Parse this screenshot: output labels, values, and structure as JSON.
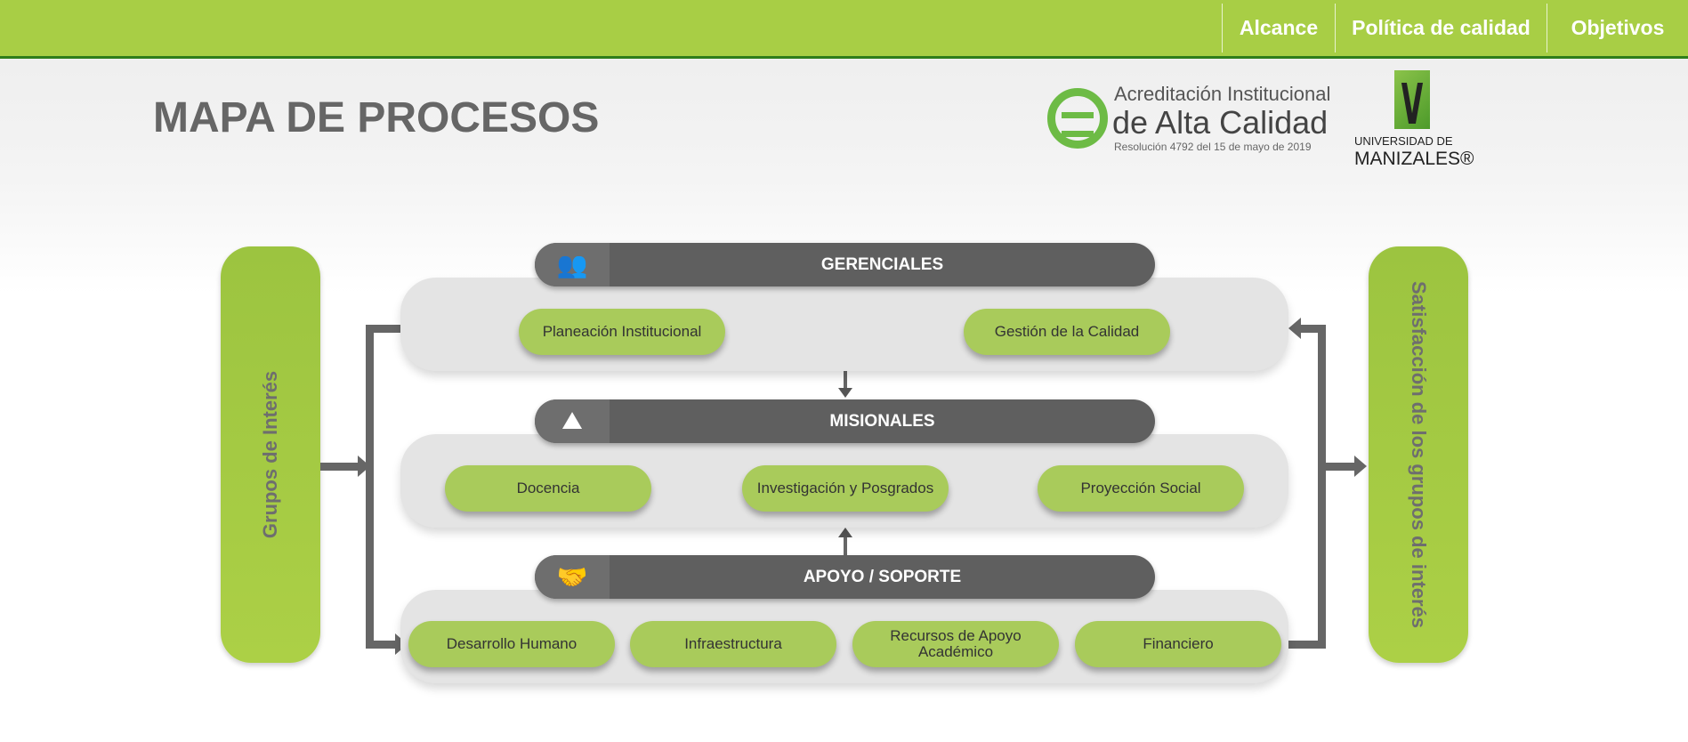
{
  "nav": {
    "items": [
      "Alcance",
      "Política de calidad",
      "Objetivos"
    ]
  },
  "page_title": "MAPA DE PROCESOS",
  "logos": {
    "accreditation": {
      "line1": "Acreditación Institucional",
      "line2": "de Alta Calidad",
      "line3": "Resolución 4792 del 15 de mayo de 2019"
    },
    "university": {
      "line1": "UNIVERSIDAD DE",
      "line2": "MANIZALES®"
    }
  },
  "left_bar": "Grupos de Interés",
  "right_bar": "Satisfacción de los grupos de interés",
  "groups": [
    {
      "title": "GERENCIALES",
      "icon": "people-icon",
      "items": [
        "Planeación Institucional",
        "Gestión de la Calidad"
      ]
    },
    {
      "title": "MISIONALES",
      "icon": "mountain-flag-icon",
      "items": [
        "Docencia",
        "Investigación y Posgrados",
        "Proyección Social"
      ]
    },
    {
      "title": "APOYO / SOPORTE",
      "icon": "handshake-icon",
      "items": [
        "Desarrollo Humano",
        "Infraestructura",
        "Recursos de Apoyo Académico",
        "Financiero"
      ]
    }
  ]
}
